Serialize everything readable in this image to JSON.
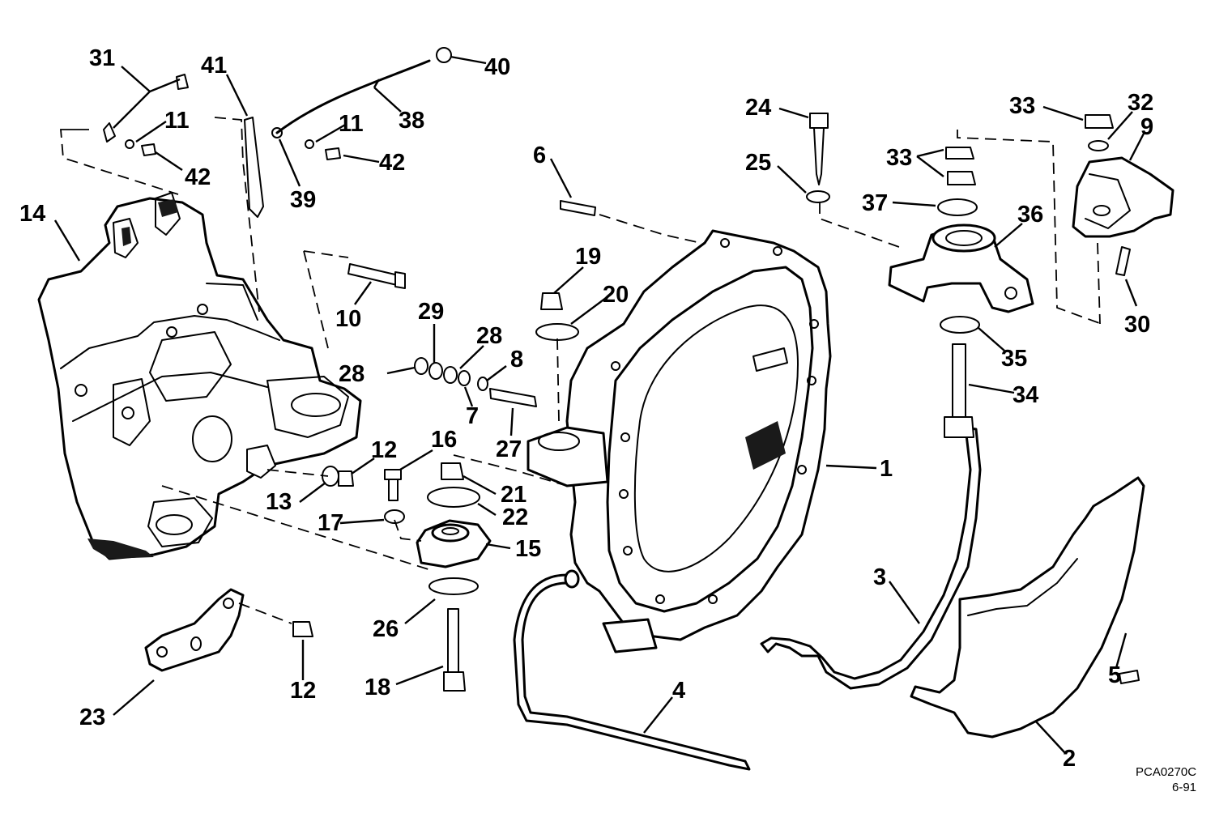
{
  "diagram": {
    "callouts": [
      {
        "id": "c31",
        "text": "31"
      },
      {
        "id": "c41",
        "text": "41"
      },
      {
        "id": "c40",
        "text": "40"
      },
      {
        "id": "c11a",
        "text": "11"
      },
      {
        "id": "c11b",
        "text": "11"
      },
      {
        "id": "c38",
        "text": "38"
      },
      {
        "id": "c42a",
        "text": "42"
      },
      {
        "id": "c42b",
        "text": "42"
      },
      {
        "id": "c39",
        "text": "39"
      },
      {
        "id": "c14",
        "text": "14"
      },
      {
        "id": "c6",
        "text": "6"
      },
      {
        "id": "c24",
        "text": "24"
      },
      {
        "id": "c25",
        "text": "25"
      },
      {
        "id": "c33a",
        "text": "33"
      },
      {
        "id": "c33b",
        "text": "33"
      },
      {
        "id": "c32",
        "text": "32"
      },
      {
        "id": "c9",
        "text": "9"
      },
      {
        "id": "c37",
        "text": "37"
      },
      {
        "id": "c36",
        "text": "36"
      },
      {
        "id": "c30",
        "text": "30"
      },
      {
        "id": "c35",
        "text": "35"
      },
      {
        "id": "c34",
        "text": "34"
      },
      {
        "id": "c10",
        "text": "10"
      },
      {
        "id": "c19",
        "text": "19"
      },
      {
        "id": "c20",
        "text": "20"
      },
      {
        "id": "c29",
        "text": "29"
      },
      {
        "id": "c28a",
        "text": "28"
      },
      {
        "id": "c28b",
        "text": "28"
      },
      {
        "id": "c8",
        "text": "8"
      },
      {
        "id": "c7",
        "text": "7"
      },
      {
        "id": "c27",
        "text": "27"
      },
      {
        "id": "c1",
        "text": "1"
      },
      {
        "id": "c12a",
        "text": "12"
      },
      {
        "id": "c16",
        "text": "16"
      },
      {
        "id": "c21",
        "text": "21"
      },
      {
        "id": "c13",
        "text": "13"
      },
      {
        "id": "c22",
        "text": "22"
      },
      {
        "id": "c17",
        "text": "17"
      },
      {
        "id": "c15",
        "text": "15"
      },
      {
        "id": "c3",
        "text": "3"
      },
      {
        "id": "c26",
        "text": "26"
      },
      {
        "id": "c23",
        "text": "23"
      },
      {
        "id": "c12b",
        "text": "12"
      },
      {
        "id": "c18",
        "text": "18"
      },
      {
        "id": "c4",
        "text": "4"
      },
      {
        "id": "c5",
        "text": "5"
      },
      {
        "id": "c2",
        "text": "2"
      }
    ],
    "drawing_code": "PCA0270C",
    "drawing_date": "6-91"
  }
}
